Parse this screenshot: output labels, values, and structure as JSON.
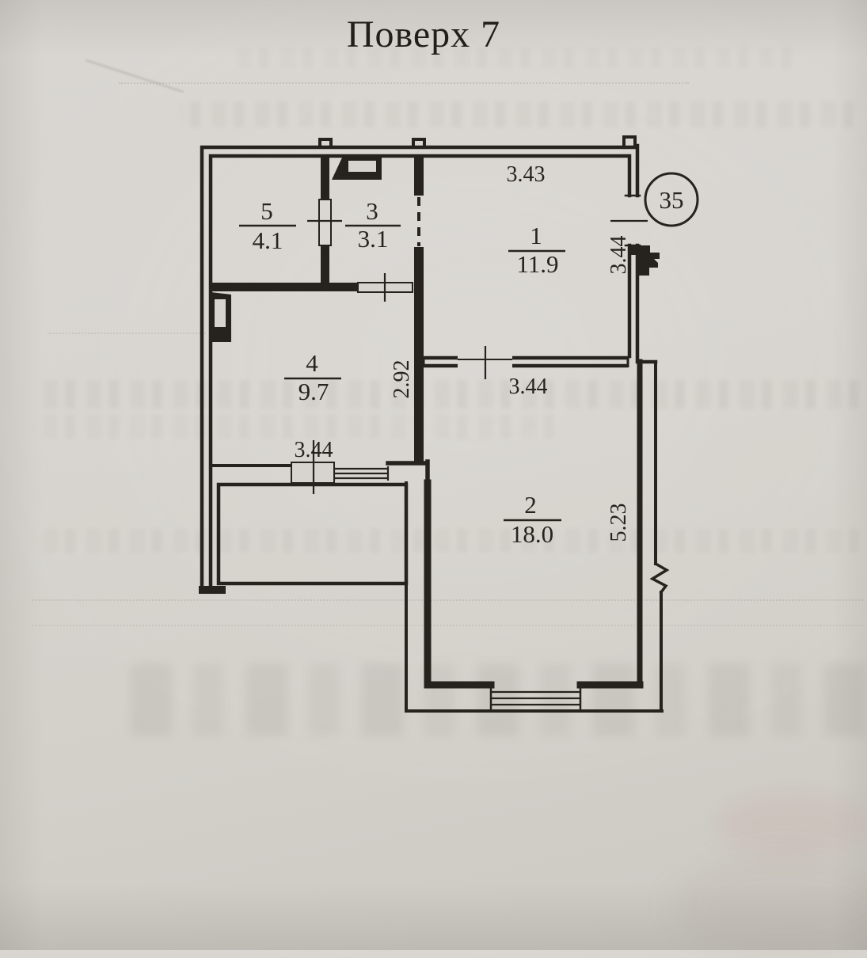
{
  "page_title": "Поверх 7",
  "apartment_number": "35",
  "rooms": [
    {
      "id": "1",
      "area": "11.9"
    },
    {
      "id": "2",
      "area": "18.0"
    },
    {
      "id": "3",
      "area": "3.1"
    },
    {
      "id": "4",
      "area": "9.7"
    },
    {
      "id": "5",
      "area": "4.1"
    }
  ],
  "dimensions": {
    "room1_width_top": "3.43",
    "entrance_wall": "3.44",
    "hallway_depth": "2.92",
    "room2_width": "3.44",
    "room4_width_bottom": "3.44",
    "room2_depth": "5.23"
  },
  "colors": {
    "paper": "#d7d4cf",
    "ink": "#26231f"
  }
}
